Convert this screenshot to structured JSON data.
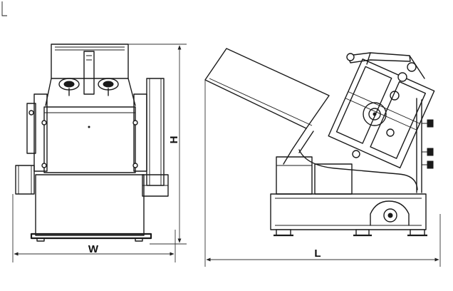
{
  "labels": {
    "width": "W",
    "height": "H",
    "length": "L"
  },
  "colors": {
    "line": "#1a1a1a",
    "background": "#ffffff"
  }
}
